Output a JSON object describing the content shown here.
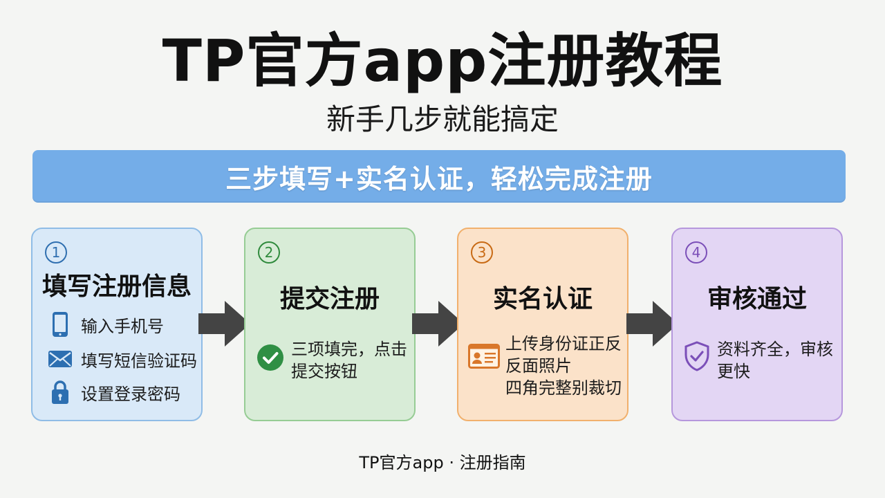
{
  "title": "TP官方app注册教程",
  "subtitle": "新手几步就能搞定",
  "banner": "三步填写+实名认证，轻松完成注册",
  "steps": [
    {
      "number": "1",
      "title": "填写注册信息",
      "items": [
        {
          "icon": "phone-icon",
          "label": "输入手机号"
        },
        {
          "icon": "envelope-icon",
          "label": "填写短信验证码"
        },
        {
          "icon": "lock-icon",
          "label": "设置登录密码"
        }
      ]
    },
    {
      "number": "2",
      "title": "提交注册",
      "icon": "check-circle-icon",
      "lines": [
        "三项填完，点击",
        "提交按钮"
      ]
    },
    {
      "number": "3",
      "title": "实名认证",
      "icon": "id-card-icon",
      "lines": [
        "上传身份证正反",
        "反面照片",
        "四角完整别裁切"
      ]
    },
    {
      "number": "4",
      "title": "审核通过",
      "icon": "shield-check-icon",
      "lines": [
        "资料齐全，审核",
        "更快"
      ]
    }
  ],
  "footer": "TP官方app · 注册指南",
  "colors": {
    "banner": "#74ade8",
    "step1": "#d9e9f8",
    "step2": "#d8ecd7",
    "step3": "#fbe2c9",
    "step4": "#e3d6f4",
    "arrow": "#444444"
  }
}
